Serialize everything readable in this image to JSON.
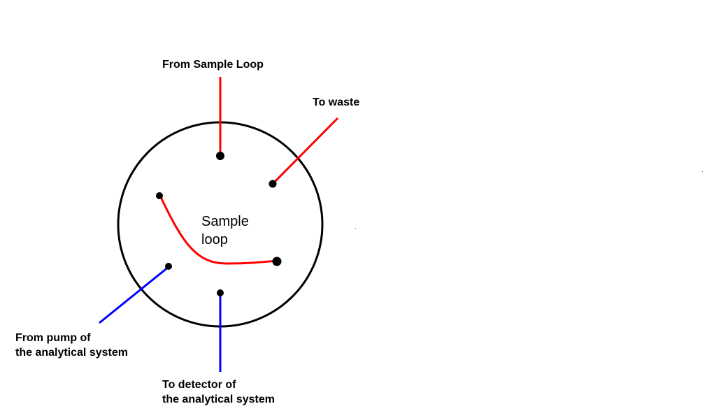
{
  "labels": {
    "from_sample_loop": "From Sample Loop",
    "to_waste": "To waste",
    "center_line1": "Sample",
    "center_line2": "loop",
    "from_pump_line1": "From pump of",
    "from_pump_line2": "the analytical system",
    "to_detector_line1": "To detector of",
    "to_detector_line2": "the analytical system"
  },
  "colors": {
    "red_line": "#ff0000",
    "blue_line": "#0000ff",
    "outline": "#000000"
  }
}
